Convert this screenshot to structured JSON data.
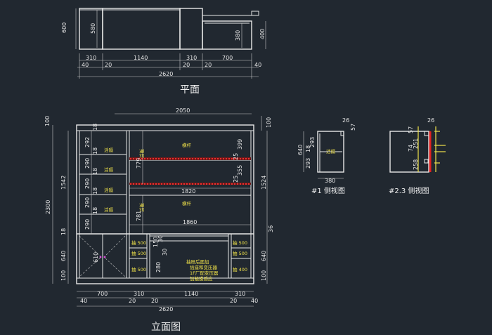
{
  "plan": {
    "title": "平面",
    "dims": {
      "h600": "600",
      "h580": "580",
      "h380": "380",
      "h400": "400",
      "w310a": "310",
      "w1140": "1140",
      "w310b": "310",
      "w700": "700",
      "w40a": "40",
      "w20a": "20",
      "w20b": "20",
      "w20c": "20",
      "w40b": "40",
      "total": "2620"
    }
  },
  "elevation": {
    "title": "立面图",
    "dims": {
      "top2050": "2050",
      "top100": "100",
      "r100": "100",
      "l100": "100",
      "h1542": "1542",
      "h2300": "2300",
      "h18": "18",
      "h640": "640",
      "h100b": "100",
      "h1524": "1524",
      "h36": "36",
      "h640r": "640",
      "h100r": "100",
      "c18a": "18",
      "c292": "292",
      "c18b": "18",
      "c290a": "290",
      "c18c": "18",
      "c290b": "290",
      "c18d": "18",
      "c290c": "290",
      "c18e": "18",
      "c290d": "290",
      "c610": "610",
      "m779": "779",
      "m781": "781",
      "w1820": "1820",
      "w1860": "1860",
      "r399": "399",
      "r355": "355",
      "r25a": "25",
      "r25b": "25",
      "s150": "150",
      "s30": "30",
      "s30b": "30",
      "s280": "280",
      "b700": "700",
      "b310a": "310",
      "b1140": "1140",
      "b310b": "310",
      "b40a": "40",
      "b20a": "20",
      "b20b": "20",
      "b20c": "20",
      "b40b": "40",
      "total": "2620"
    },
    "notes": {
      "shelf1": "活隔",
      "shelf2": "活隔",
      "shelf3": "活隔",
      "shelf4": "活隔",
      "rod1": "横杆",
      "rod2": "横杆",
      "board1": "活板",
      "board2": "活板",
      "drawer1": "抽 500",
      "drawer2": "抽 500",
      "drawer3": "抽 500",
      "drawer4": "抽 500",
      "drawer5": "抽 500",
      "drawer6": "抽 400",
      "note1": "抽屉后面加",
      "note2": "插座和变压器",
      "note3": "1F厂配变压器",
      "note4": "加触摸感应"
    }
  },
  "side1": {
    "title": "#1  侧视图",
    "dims": {
      "d26": "26",
      "d57": "57",
      "d640": "640",
      "d18": "18",
      "d293a": "293",
      "d293b": "293",
      "d380": "380"
    },
    "label": "活隔"
  },
  "side2": {
    "title": "#2.3  侧视图",
    "dims": {
      "d26": "26",
      "d57": "57",
      "d251": "251",
      "d74": "74",
      "d258": "258"
    }
  },
  "colors": {
    "background": "#212830",
    "line": "#e8e8e8",
    "annotation": "#f1e34a",
    "led": "#e02020"
  }
}
